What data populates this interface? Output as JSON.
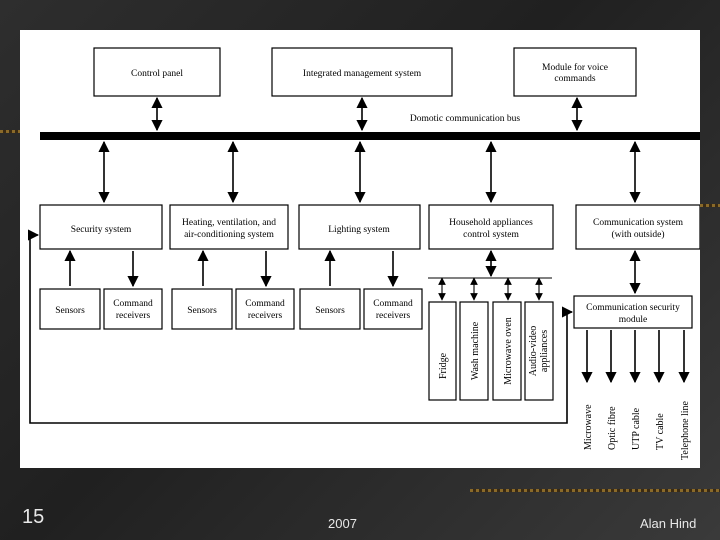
{
  "diagram": {
    "top_boxes": [
      "Control panel",
      "Integrated management system",
      "Module for voice",
      "commands"
    ],
    "bus_label": "Domotic communication bus",
    "system_boxes": {
      "security": "Security system",
      "hvac": [
        "Heating, ventilation, and",
        "air-conditioning system"
      ],
      "lighting": "Lighting system",
      "appliances": [
        "Household appliances",
        "control system"
      ],
      "communication": [
        "Communication system",
        "(with outside)"
      ]
    },
    "sensors_label": "Sensors",
    "command_receivers_label": [
      "Command",
      "receivers"
    ],
    "appliances": [
      "Fridge",
      "Wash machine",
      "Microwave oven",
      "Audio-video",
      "appliances"
    ],
    "comm_security_module": [
      "Communication security",
      "module"
    ],
    "channels": [
      "Microwave",
      "Optic fibre",
      "UTP cable",
      "TV cable",
      "Telephone line"
    ]
  },
  "footer": {
    "slide_number": "15",
    "year": "2007",
    "author": "Alan Hind"
  }
}
